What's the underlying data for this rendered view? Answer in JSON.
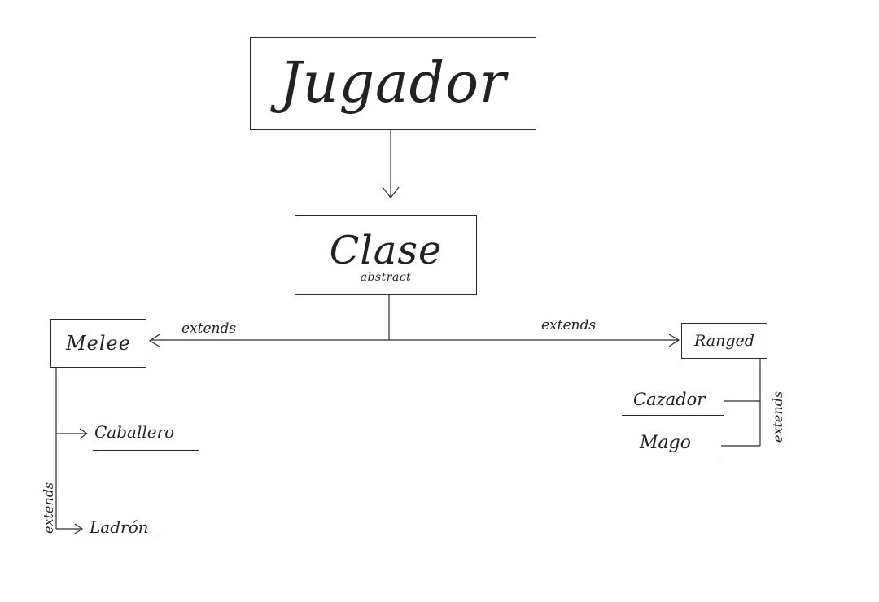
{
  "jugador": {
    "label": "Jugador"
  },
  "clase": {
    "label": "Clase",
    "sublabel": "abstract"
  },
  "melee": {
    "label": "Melee",
    "extends_label": "extends",
    "children_extends_label": "extends",
    "children": [
      "Caballero",
      "Ladrón"
    ]
  },
  "ranged": {
    "label": "Ranged",
    "extends_label": "extends",
    "children_extends_label": "extends",
    "children": [
      "Cazador",
      "Mago"
    ]
  },
  "colors": {
    "ink": "#2b2b2b",
    "background": "#ffffff"
  }
}
